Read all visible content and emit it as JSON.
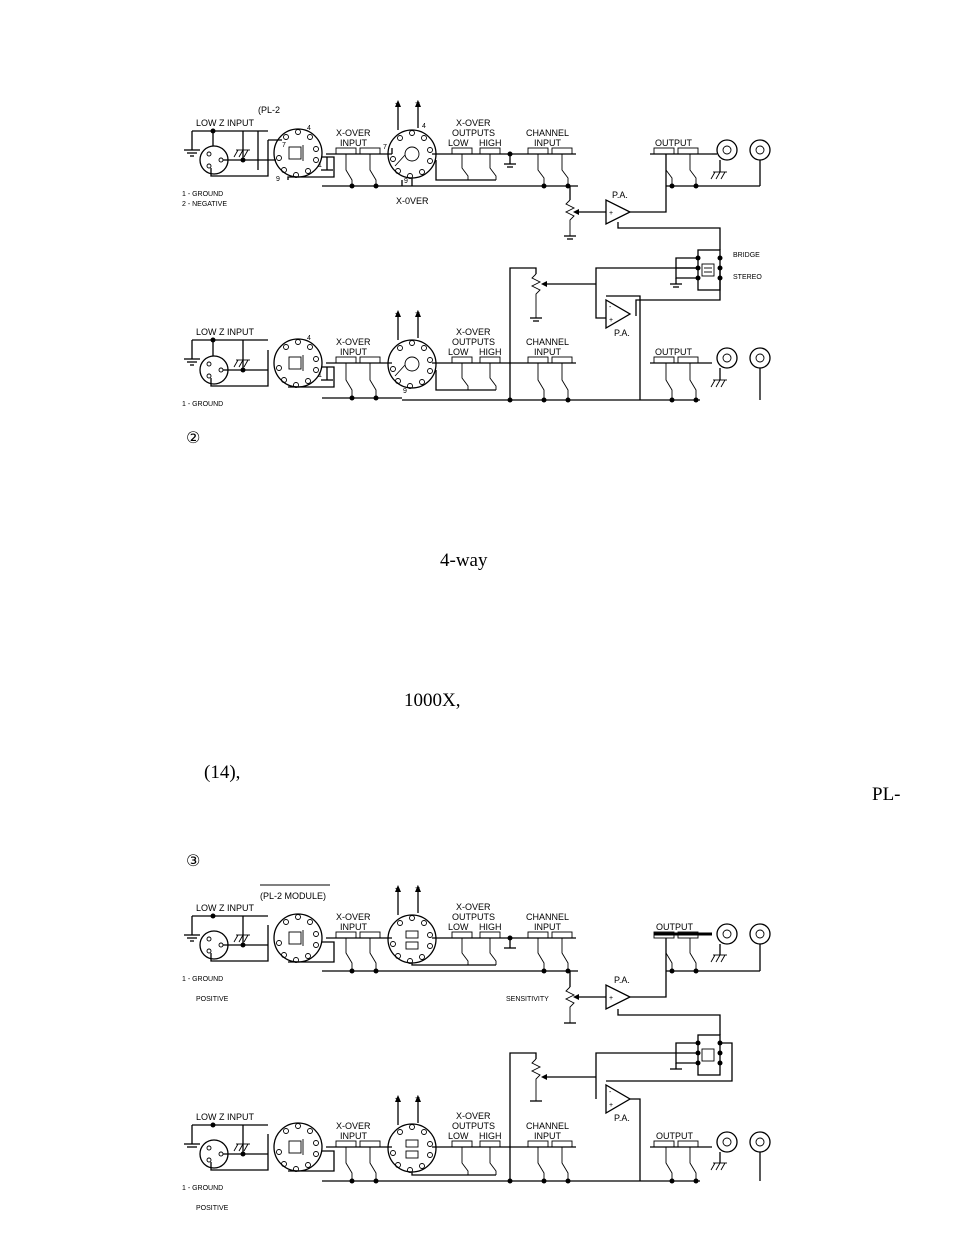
{
  "figure2": {
    "number": "②",
    "top": {
      "low_z_input": "LOW Z INPUT",
      "pl2": "(PL-2",
      "xover_input": [
        "X-OVER",
        "INPUT"
      ],
      "xover_outputs": [
        "X-OVER",
        "OUTPUTS"
      ],
      "low": "LOW",
      "high": "HIGH",
      "channel_input": [
        "CHANNEL",
        "INPUT"
      ],
      "output": "OUTPUT",
      "pa": "P.A.",
      "xover": "X-0VER",
      "ground": "1 - GROUND",
      "negative": "2 - NEGATIVE",
      "minus": "-",
      "plus": "+"
    },
    "bridge": "BRIDGE",
    "stereo": "STEREO",
    "bottom": {
      "low_z_input": "LOW Z INPUT",
      "xover_input": [
        "X-OVER",
        "INPUT"
      ],
      "xover_outputs": [
        "X-OVER",
        "OUTPUTS"
      ],
      "low": "LOW",
      "high": "HIGH",
      "channel_input": [
        "CHANNEL",
        "INPUT"
      ],
      "output": "OUTPUT",
      "pa": "P.A.",
      "ground": "1 - GROUND",
      "minus": "-",
      "plus": "+"
    }
  },
  "text_fragments": {
    "four_way": "4-way",
    "model": "1000X,",
    "fourteen": "(14),",
    "pl": "PL-"
  },
  "figure3": {
    "number": "③",
    "top": {
      "pl2_module": "(PL-2 MODULE)",
      "low_z_input": "LOW Z INPUT",
      "xover_input": [
        "X-OVER",
        "INPUT"
      ],
      "xover_outputs": [
        "X-OVER",
        "OUTPUTS"
      ],
      "low": "LOW",
      "high": "HIGH",
      "channel_input": [
        "CHANNEL",
        "INPUT"
      ],
      "output": "OUTPUT",
      "pa": "P.A.",
      "sensitivity": "SENSITIVITY",
      "ground": "1 - GROUND",
      "positive": "POSITIVE",
      "minus": "-",
      "plus": "+"
    },
    "bottom": {
      "low_z_input": "LOW Z INPUT",
      "xover_input": [
        "X-OVER",
        "INPUT"
      ],
      "xover_outputs": [
        "X-OVER",
        "OUTPUTS"
      ],
      "low": "LOW",
      "high": "HIGH",
      "channel_input": [
        "CHANNEL",
        "INPUT"
      ],
      "output": "OUTPUT",
      "pa": "P.A.",
      "ground": "1 - GROUND",
      "positive": "POSITIVE",
      "minus": "-",
      "plus": "+"
    }
  }
}
